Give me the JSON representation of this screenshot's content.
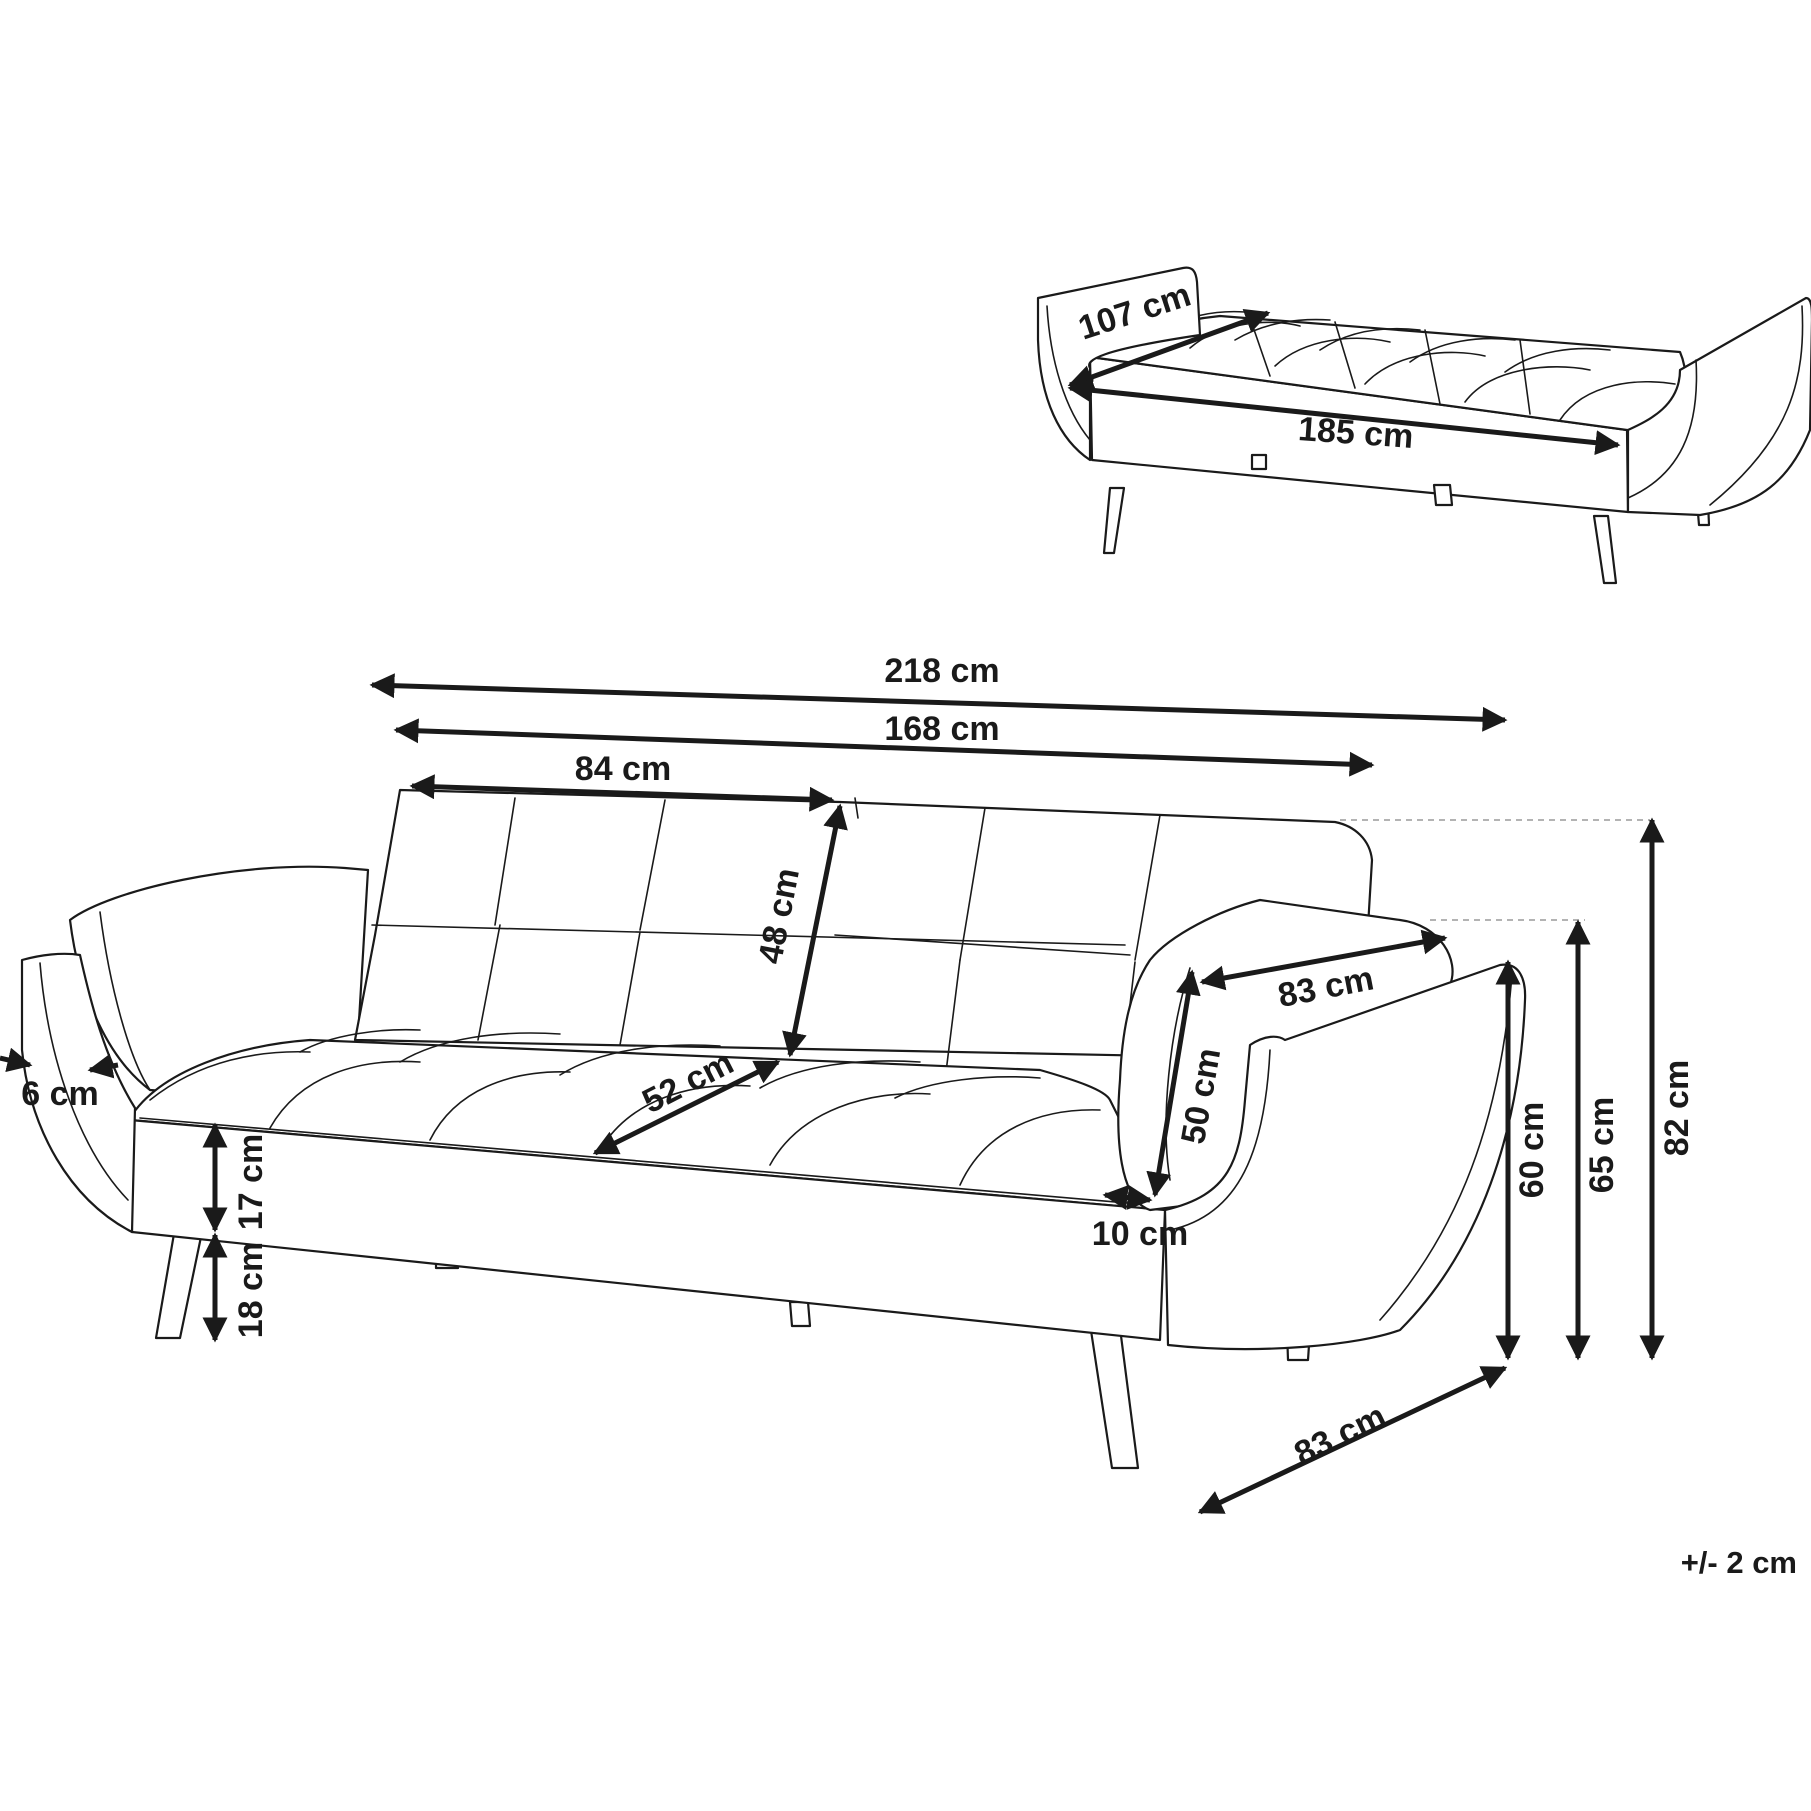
{
  "bed_view": {
    "depth": "107 cm",
    "length": "185 cm"
  },
  "sofa_view": {
    "overall_width": "218 cm",
    "seat_width": "168 cm",
    "cushion_width": "84 cm",
    "backrest_height": "48 cm",
    "seat_depth": "52 cm",
    "armrest_length": "83 cm",
    "armrest_inner_height": "50 cm",
    "armrest_thickness": "10 cm",
    "armrest_top_thickness": "6 cm",
    "seat_thickness": "17 cm",
    "leg_height": "18 cm",
    "seat_height": "60 cm",
    "arm_height": "65 cm",
    "overall_height": "82 cm",
    "overall_depth": "83 cm"
  },
  "tolerance": "+/- 2 cm"
}
